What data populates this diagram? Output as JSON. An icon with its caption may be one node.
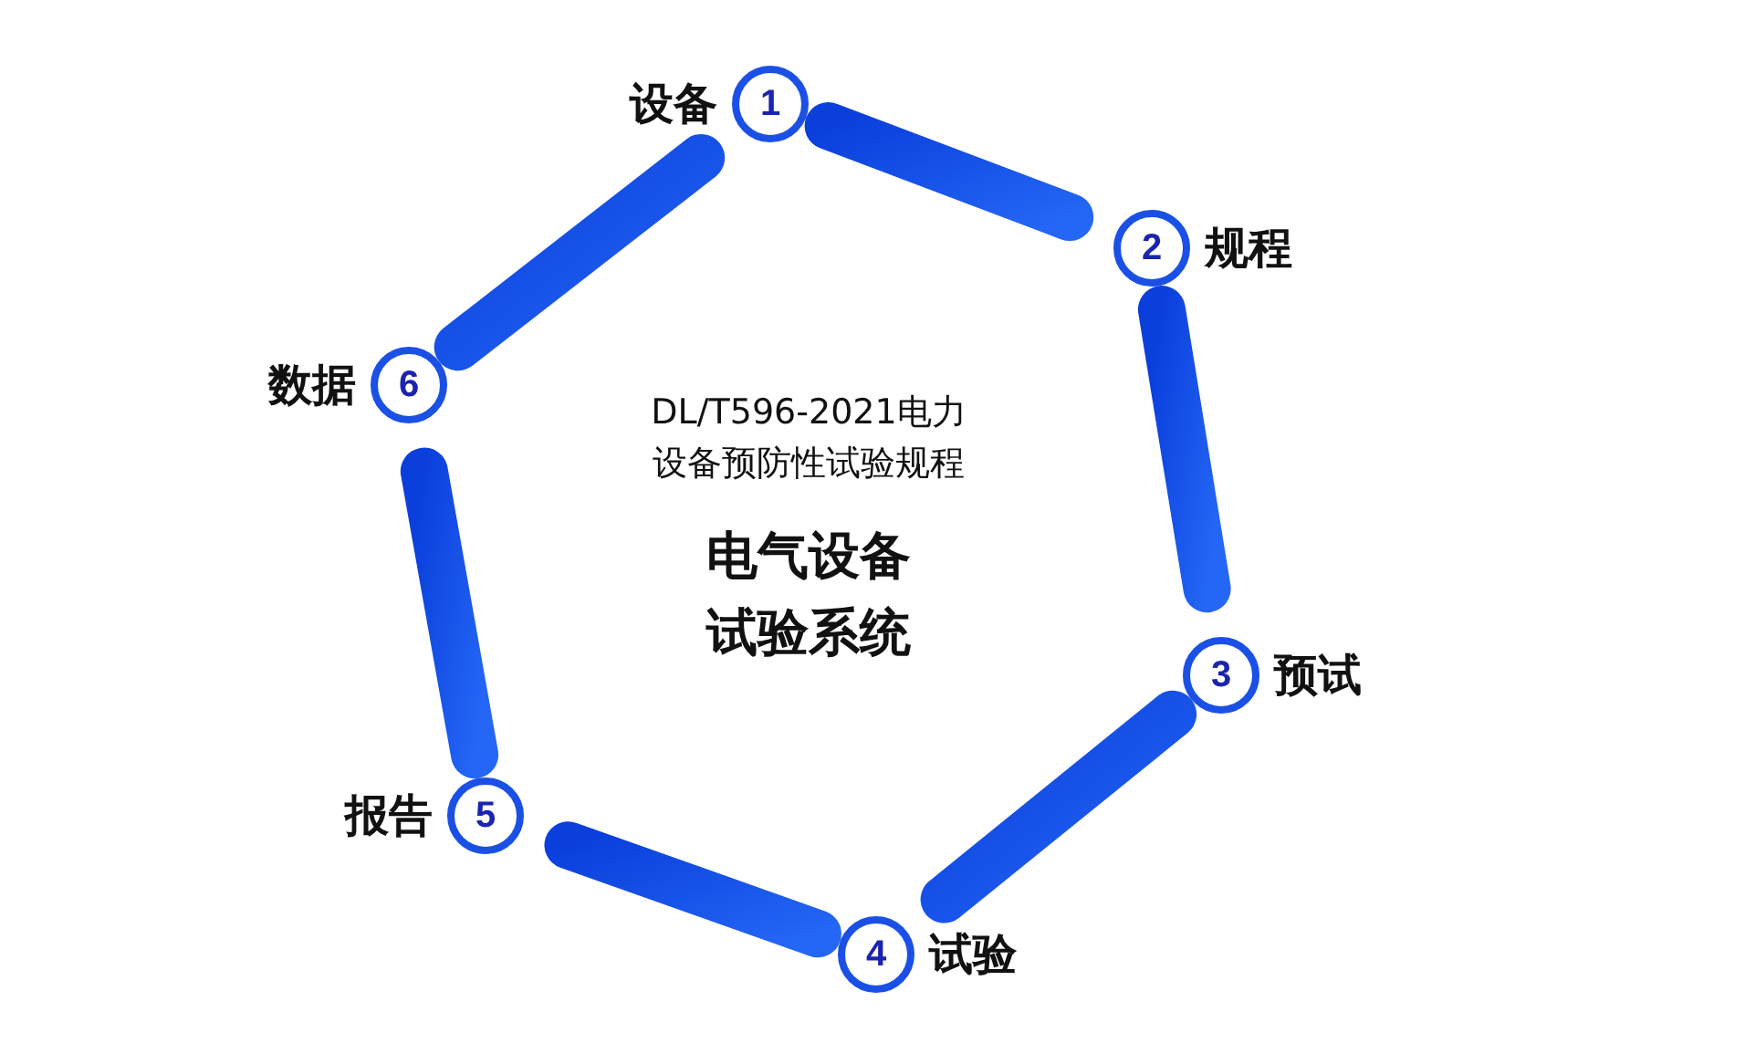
{
  "diagram": {
    "title": "电气设备试验系统",
    "nodes": [
      {
        "text": [
          "1"
        ],
        "beside": [
          "设备"
        ]
      },
      {
        "text": [
          "2"
        ],
        "beside": [
          "规程"
        ]
      },
      {
        "text": [
          "3"
        ],
        "beside": [
          "预试"
        ]
      },
      {
        "text": [
          "4"
        ],
        "beside": [
          "试验"
        ]
      },
      {
        "text": [
          "5"
        ],
        "beside": [
          "报告"
        ]
      },
      {
        "text": [
          "6"
        ],
        "beside": [
          "数据"
        ]
      }
    ],
    "edges": [
      {
        "from": 0,
        "to": 1,
        "arrow": "none",
        "style": "thick"
      },
      {
        "from": 1,
        "to": 2,
        "arrow": "none",
        "style": "thick"
      },
      {
        "from": 2,
        "to": 3,
        "arrow": "none",
        "style": "thick"
      },
      {
        "from": 3,
        "to": 4,
        "arrow": "none",
        "style": "thick"
      },
      {
        "from": 4,
        "to": 5,
        "arrow": "none",
        "style": "thick"
      },
      {
        "from": 5,
        "to": 0,
        "arrow": "none",
        "style": "thick"
      }
    ],
    "labels": [
      "DL/T596-2021电力设备预防性试验规程"
    ]
  }
}
